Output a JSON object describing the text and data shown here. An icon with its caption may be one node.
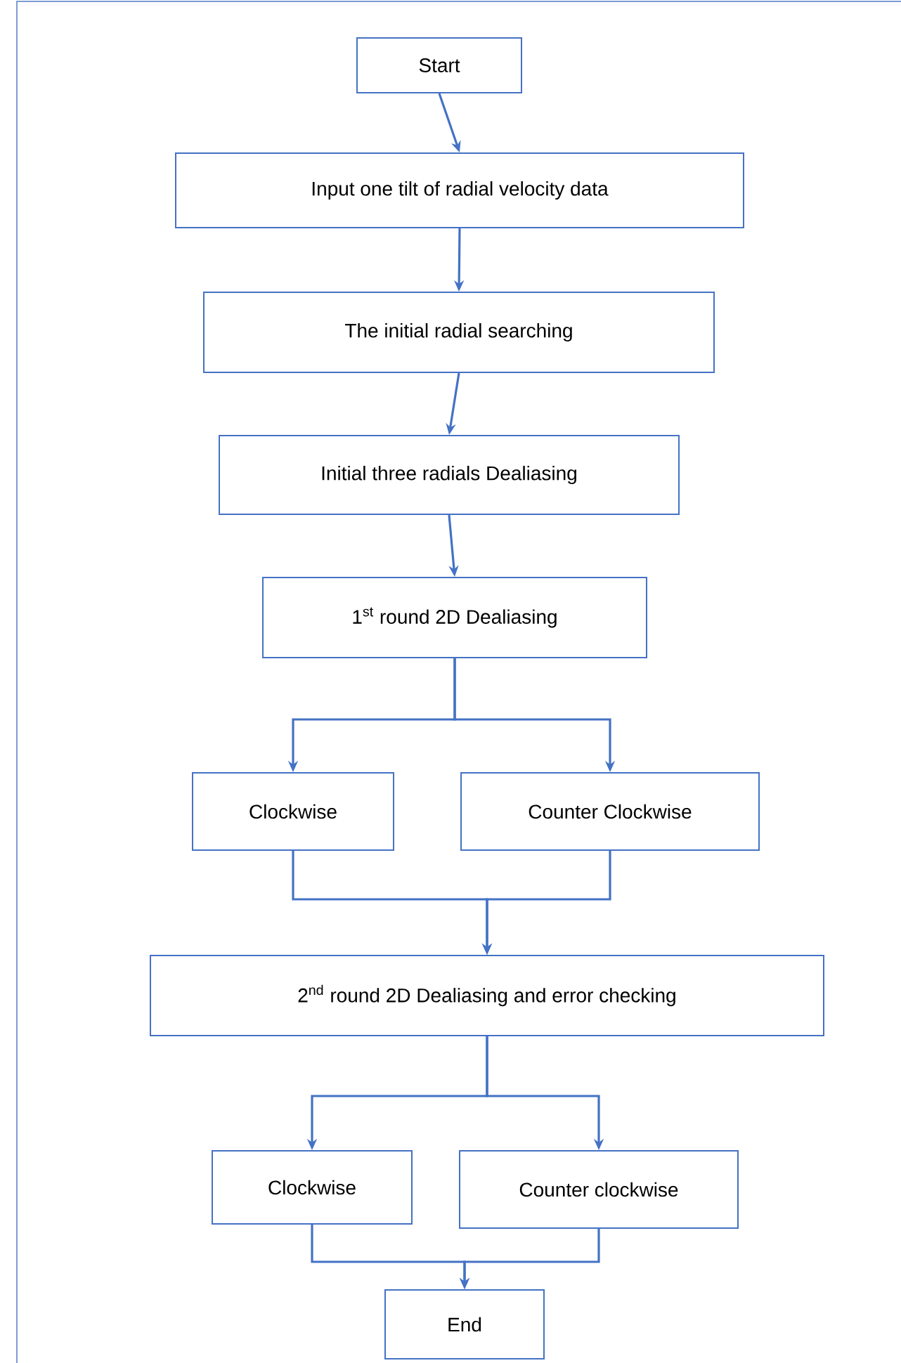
{
  "diagram": {
    "nodes": [
      {
        "text": [
          "Start"
        ]
      },
      {
        "text": [
          "Input one tilt of radial velocity data"
        ]
      },
      {
        "text": [
          "The initial radial searching"
        ]
      },
      {
        "text": [
          "Initial three radials Dealiasing"
        ]
      },
      {
        "text": [
          "1$^{st}$ round 2D Dealiasing"
        ]
      },
      {
        "text": [
          "Clockwise"
        ]
      },
      {
        "text": [
          "Counter Clockwise"
        ]
      },
      {
        "text": [
          "2$^{nd}$ round 2D Dealiasing and error checking"
        ]
      },
      {
        "text": [
          "Clockwise"
        ]
      },
      {
        "text": [
          "Counter clockwise"
        ]
      },
      {
        "text": [
          "End"
        ]
      }
    ],
    "edges": [
      {
        "from": 0,
        "to": 1,
        "arrow": "to"
      },
      {
        "from": 1,
        "to": 2,
        "arrow": "to"
      },
      {
        "from": 2,
        "to": 3,
        "arrow": "to"
      },
      {
        "from": 3,
        "to": 4,
        "arrow": "to"
      },
      {
        "from": 4,
        "to": 5,
        "arrow": "to"
      },
      {
        "from": 4,
        "to": 6,
        "arrow": "to"
      },
      {
        "from": 5,
        "to": 7,
        "arrow": "to"
      },
      {
        "from": 6,
        "to": 7,
        "arrow": "to"
      },
      {
        "from": 7,
        "to": 8,
        "arrow": "to"
      },
      {
        "from": 7,
        "to": 9,
        "arrow": "to"
      },
      {
        "from": 8,
        "to": 10,
        "arrow": "to"
      },
      {
        "from": 9,
        "to": 10,
        "arrow": "to"
      }
    ]
  }
}
